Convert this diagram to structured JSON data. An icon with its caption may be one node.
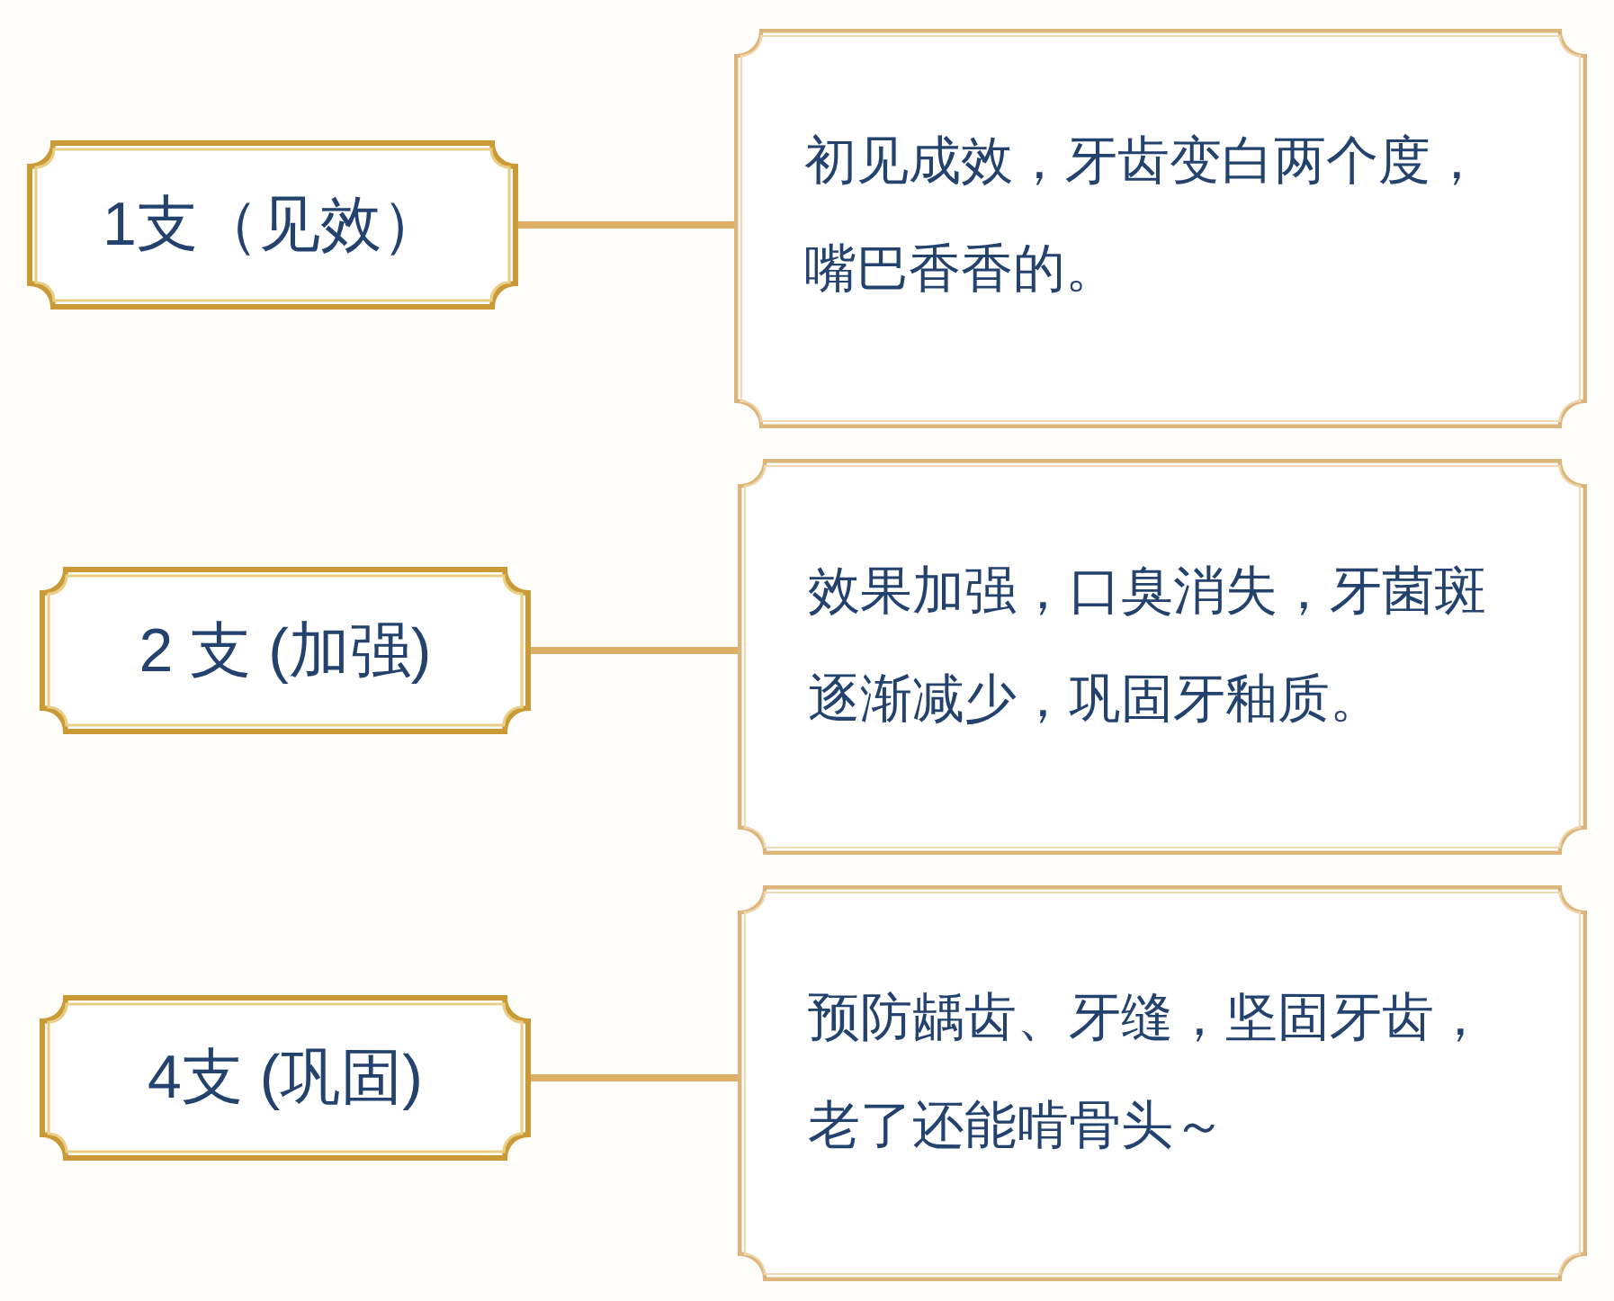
{
  "diagram": {
    "nodes": [
      {
        "text": [
          "1支（见效）"
        ]
      },
      {
        "text": [
          "初见成效，牙齿变白两个度，嘴巴香香的。"
        ]
      },
      {
        "text": [
          "2 支 (加强)"
        ]
      },
      {
        "text": [
          "效果加强，口臭消失，牙菌斑逐渐减少，巩固牙釉质。"
        ]
      },
      {
        "text": [
          "4支 (巩固)"
        ]
      },
      {
        "text": [
          "预防龋齿、牙缝，坚固牙齿，老了还能啃骨头～"
        ]
      }
    ],
    "edges": [
      {
        "from": 0,
        "to": 1,
        "arrow": "none"
      },
      {
        "from": 2,
        "to": 3,
        "arrow": "none"
      },
      {
        "from": 4,
        "to": 5,
        "arrow": "none"
      }
    ]
  }
}
